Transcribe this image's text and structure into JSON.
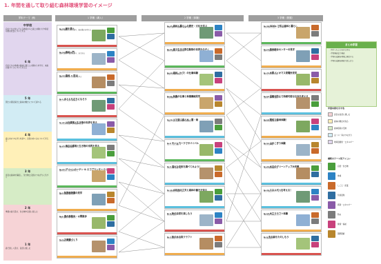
{
  "title": "1. 年間を通して取り組む森林環境学習のイメージ",
  "left_column": {
    "header": "学年/テーマ（例）",
    "grades": [
      {
        "name": "中学校",
        "desc": "自分たちの住んでいる地域の人と森との関わりや持続可能な社会について学ぶ"
      },
      {
        "name": "6 年",
        "desc": "自分たちの地域の森林と暮らしの関わりを学び、未来の森づくりについて考える"
      },
      {
        "name": "5 年",
        "desc": "国土の環境保全と森林の働きについて調べる"
      },
      {
        "name": "4 年",
        "desc": "森と水のつながりを調べ、自然のめぐみについて考える"
      },
      {
        "name": "3 年",
        "desc": "身近な森林を探検し、生き物と自然のつながりに気づく"
      },
      {
        "name": "2 年",
        "desc": "季節の森で遊び、生き物や自然に親しむ"
      },
      {
        "name": "1 年",
        "desc": "森で楽しく遊び、自然に親しむ"
      }
    ]
  },
  "terms": [
    "1 学期（導入）",
    "2 学期（体験）",
    "3 学期（発展）"
  ],
  "cards": {
    "col1": [
      {
        "num": "№ 10",
        "title": "樹を選ぐ",
        "desc": "地域の森林について調べ、森の働きを考える",
        "strip": "#d9534f"
      },
      {
        "num": "№ 12",
        "title": "森林入門",
        "desc": "森林の働きや役割を調べ、まとめる",
        "strip": "#f0ad4e"
      },
      {
        "num": "№ 14",
        "title": "森林 × 防災",
        "desc": "森林が災害を防ぐ仕組みを学ぶ",
        "strip": "#5cb85c"
      },
      {
        "num": "№ 1",
        "title": "水とともだちになろう",
        "desc": "森と水のつながりを探る",
        "strip": "#d9534f"
      },
      {
        "num": "№ 22",
        "title": "川の環境と生き物の世界を見る",
        "desc": "川の生き物を調べて水質を考える",
        "strip": "#5bc0de"
      },
      {
        "num": "№ 23",
        "title": "海辺の環境と生き物の世界を見る",
        "desc": "海辺の生き物の観察",
        "strip": "#5bc0de"
      },
      {
        "num": "№ 27",
        "title": "グリーンカーテン & エコプランターづくり",
        "desc": "植物を育てて環境を考える",
        "strip": "#5cb85c"
      },
      {
        "num": "№ 4",
        "title": "牧野植物園の見学",
        "desc": "植物の多様性を学ぶ",
        "strip": "#f0ad4e"
      },
      {
        "num": "№ 1",
        "title": "春の森散歩・以問散歩",
        "desc": "季節の森を歩いて気づく",
        "strip": "#d9534f"
      },
      {
        "num": "№ 3",
        "title": "万華鏡づくり",
        "desc": "自然素材でものづくり",
        "strip": "#f0ad4e"
      }
    ],
    "col2": [
      {
        "num": "№ 25",
        "title": "森林と暮らしの歴史・文化を学ぶ",
        "desc": "地域の森と人の関わりを調べる",
        "strip": "#f0ad4e"
      },
      {
        "num": "№ 31",
        "title": "森で生きる野生動物の世界をのぞく",
        "desc": "動物の痕跡から森を知る",
        "strip": "#5cb85c"
      },
      {
        "num": "№ 19",
        "title": "森林（ヤマ）の仕事体験",
        "desc": "林業の仕事を体験する",
        "strip": "#f0ad4e"
      },
      {
        "num": "№ 11",
        "title": "林業の仕事と林業機械見学",
        "desc": "林業機械の見学",
        "strip": "#f0ad4e"
      },
      {
        "num": "№ 16",
        "title": "川で遊ぶ森と水・霊・海",
        "desc": "川遊びで森と水のつながりを体感",
        "strip": "#5bc0de"
      },
      {
        "num": "№ 8",
        "title": "チームワークでサバイバル",
        "desc": "協力して森で過ごす",
        "strip": "#5cb85c"
      },
      {
        "num": "№ 5",
        "title": "混れた空気を調べてみよう！",
        "desc": "空気の汚れを調べる",
        "strip": "#5bc0de"
      },
      {
        "num": "№ 15",
        "title": "水利用の工夫と森林の働きを知る",
        "desc": "水の使われ方を調べる",
        "strip": "#5bc0de"
      },
      {
        "num": "№ 6",
        "title": "秋の自然を楽しもう",
        "desc": "秋の森で遊ぶ",
        "strip": "#d9534f"
      },
      {
        "num": "№ 7",
        "title": "秋の木の実クラフト",
        "desc": "木の実を使った工作",
        "strip": "#f0ad4e"
      }
    ],
    "col3": [
      {
        "num": "№ 30",
        "title": "SDGs で学ぶ森林と暮らし",
        "desc": "持続可能な社会について考える",
        "strip": "#5cb85c"
      },
      {
        "num": "№ 13",
        "title": "森林総合センターの見学",
        "desc": "森林の管理を学ぶ",
        "strip": "#f0ad4e"
      },
      {
        "num": "№ 20",
        "title": "木質バイオマス発電所見学",
        "desc": "木のエネルギー利用",
        "strip": "#d9534f"
      },
      {
        "num": "№ 10",
        "title": "温暖化防止で持続可能な社会を考える",
        "desc": "温暖化と森林の役割",
        "strip": "#5bc0de"
      },
      {
        "num": "№ 18",
        "title": "間伐で森林体験！",
        "desc": "間伐材の活用を学ぶ",
        "strip": "#f0ad4e"
      },
      {
        "num": "№ 11",
        "title": "山のこぎり体験",
        "desc": "木を切る体験",
        "strip": "#f0ad4e"
      },
      {
        "num": "№ 26",
        "title": "水辺のグリーンアップ大作戦",
        "desc": "水辺の環境を整える",
        "strip": "#5bc0de"
      },
      {
        "num": "№ 23",
        "title": "エネルギーを考える！",
        "desc": "再生可能エネルギーを学ぶ",
        "strip": "#5bc0de"
      },
      {
        "num": "№ 18",
        "title": "木工クラフト体験",
        "desc": "木材を使ったものづくり",
        "strip": "#f0ad4e"
      },
      {
        "num": "№ 9",
        "title": "冬の森をたのしもう",
        "desc": "冬の森の遊び",
        "strip": "#d9534f"
      }
    ]
  },
  "summary": {
    "header": "まとめ学習",
    "items": [
      "・わかったことをまとめる",
      "・学習発表会で発表",
      "・学習の成果を地域に発信する",
      "・学習の成果を家族で話し合う"
    ]
  },
  "legend": {
    "header": "学習内容を示す色",
    "rows": [
      {
        "label": "身近な自然に親しむ",
        "color": "#f6d3d6"
      },
      {
        "label": "森林の働きを知る",
        "color": "#fff0b8"
      },
      {
        "label": "森林環境の活用",
        "color": "#d6ecc6"
      },
      {
        "label": "山・川・海のつながり",
        "color": "#d2ecf4"
      },
      {
        "label": "地球温暖化・エネルギー",
        "color": "#e1d6ee"
      }
    ]
  },
  "icons_legend": {
    "header": "横断のテーマ別アイコン",
    "rows": [
      {
        "label": "自然・生き物",
        "color": "#4a9e3c"
      },
      {
        "label": "地域",
        "color": "#2d83c4"
      },
      {
        "label": "しごと・産業",
        "color": "#c96a2b"
      },
      {
        "label": "気候変動",
        "color": "#2f6ea1"
      },
      {
        "label": "資源・エネルギー",
        "color": "#8a5ba8"
      },
      {
        "label": "防災",
        "color": "#7c7c7c"
      },
      {
        "label": "健康・福祉",
        "color": "#c8417c"
      },
      {
        "label": "国際理解",
        "color": "#b8862d"
      }
    ]
  },
  "colors": {
    "grade_bg": [
      "#e1d6ee",
      "#e1d6ee",
      "#d2ecf4",
      "#fff0b8",
      "#d6ecc6",
      "#f6d3d6",
      "#f6d3d6"
    ]
  }
}
